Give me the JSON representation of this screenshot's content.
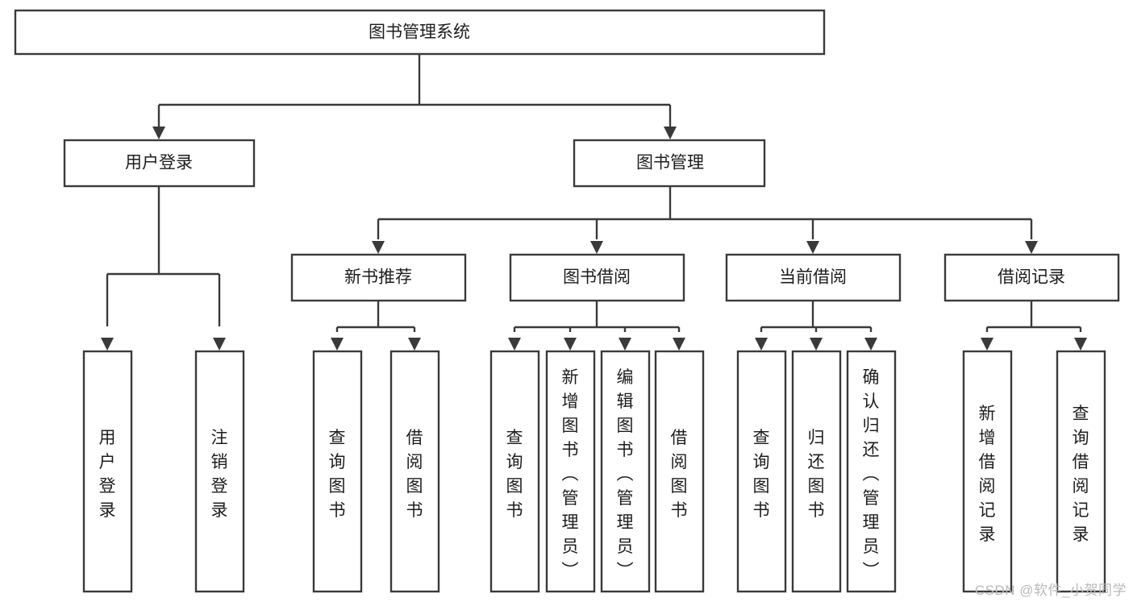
{
  "diagram": {
    "title": "图书管理系统",
    "type": "tree-hierarchy-diagram",
    "colors": {
      "stroke": "#3a3a3a",
      "box_fill": "#ffffff",
      "text": "#1d1d1d",
      "background": "#ffffff",
      "watermark": "#b9b9b9"
    },
    "root": {
      "label": "图书管理系统"
    },
    "level2": [
      {
        "label": "用户登录"
      },
      {
        "label": "图书管理"
      }
    ],
    "level3": [
      {
        "label": "新书推荐"
      },
      {
        "label": "图书借阅"
      },
      {
        "label": "当前借阅"
      },
      {
        "label": "借阅记录"
      }
    ],
    "leaves": {
      "user_login": [
        {
          "label": "用户登录"
        },
        {
          "label": "注销登录"
        }
      ],
      "new_book_recommend": [
        {
          "label": "查询图书"
        },
        {
          "label": "借阅图书"
        }
      ],
      "book_borrow": [
        {
          "label": "查询图书"
        },
        {
          "label": "新增图书（管理员）"
        },
        {
          "label": "编辑图书（管理员）"
        },
        {
          "label": "借阅图书"
        }
      ],
      "current_borrow": [
        {
          "label": "查询图书"
        },
        {
          "label": "归还图书"
        },
        {
          "label": "确认归还（管理员）"
        }
      ],
      "borrow_records": [
        {
          "label": "新增借阅记录"
        },
        {
          "label": "查询借阅记录"
        }
      ]
    }
  },
  "watermark": {
    "text": "CSDN @软件_小贺同学"
  }
}
